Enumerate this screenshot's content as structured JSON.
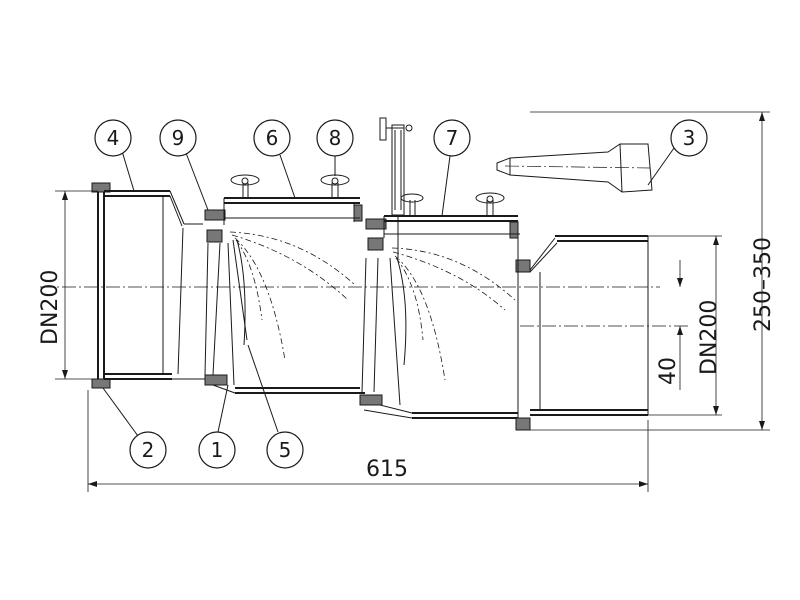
{
  "callouts": [
    {
      "id": "1",
      "label": "1"
    },
    {
      "id": "2",
      "label": "2"
    },
    {
      "id": "3",
      "label": "3"
    },
    {
      "id": "4",
      "label": "4"
    },
    {
      "id": "5",
      "label": "5"
    },
    {
      "id": "6",
      "label": "6"
    },
    {
      "id": "7",
      "label": "7"
    },
    {
      "id": "8",
      "label": "8"
    },
    {
      "id": "9",
      "label": "9"
    }
  ],
  "dimensions": {
    "left_diameter": "DN200",
    "right_diameter": "DN200",
    "height_range": "250–350",
    "offset": "40",
    "overall_length": "615"
  }
}
